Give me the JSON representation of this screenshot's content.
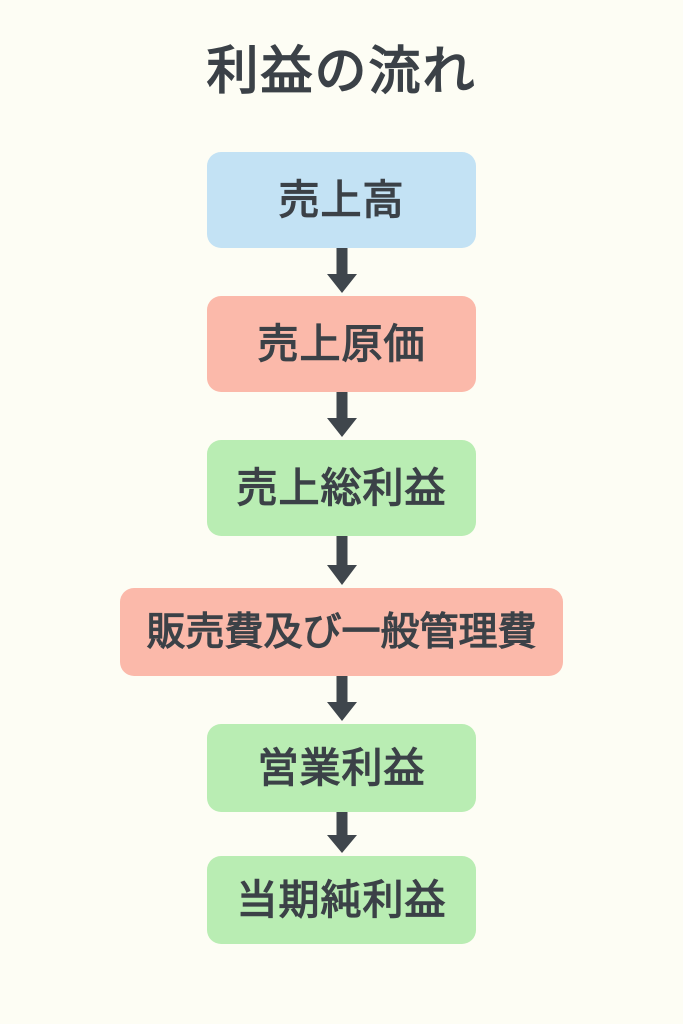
{
  "page": {
    "background_color": "#fdfdf4",
    "text_color": "#3b4147",
    "arrow_color": "#3f464c"
  },
  "header": {
    "title": "利益の流れ"
  },
  "diagram": {
    "type": "flowchart",
    "orientation": "vertical-top-to-bottom",
    "connector": "down-arrow",
    "palette": {
      "blue": "#c3e2f4",
      "pink": "#fbb9aa",
      "green": "#b9edb3"
    },
    "nodes": [
      {
        "id": "net-sales",
        "label": "売上高",
        "color": "blue",
        "width": "standard"
      },
      {
        "id": "cost-of-sales",
        "label": "売上原価",
        "color": "pink",
        "width": "standard"
      },
      {
        "id": "gross-profit",
        "label": "売上総利益",
        "color": "green",
        "width": "standard"
      },
      {
        "id": "sga-expenses",
        "label": "販売費及び一般管理費",
        "color": "pink",
        "width": "wide"
      },
      {
        "id": "operating-income",
        "label": "営業利益",
        "color": "green",
        "width": "standard"
      },
      {
        "id": "net-income",
        "label": "当期純利益",
        "color": "green",
        "width": "standard"
      }
    ],
    "arrows": [
      {
        "from": "net-sales",
        "to": "cost-of-sales"
      },
      {
        "from": "cost-of-sales",
        "to": "gross-profit"
      },
      {
        "from": "gross-profit",
        "to": "sga-expenses"
      },
      {
        "from": "sga-expenses",
        "to": "operating-income"
      },
      {
        "from": "operating-income",
        "to": "net-income"
      }
    ]
  }
}
